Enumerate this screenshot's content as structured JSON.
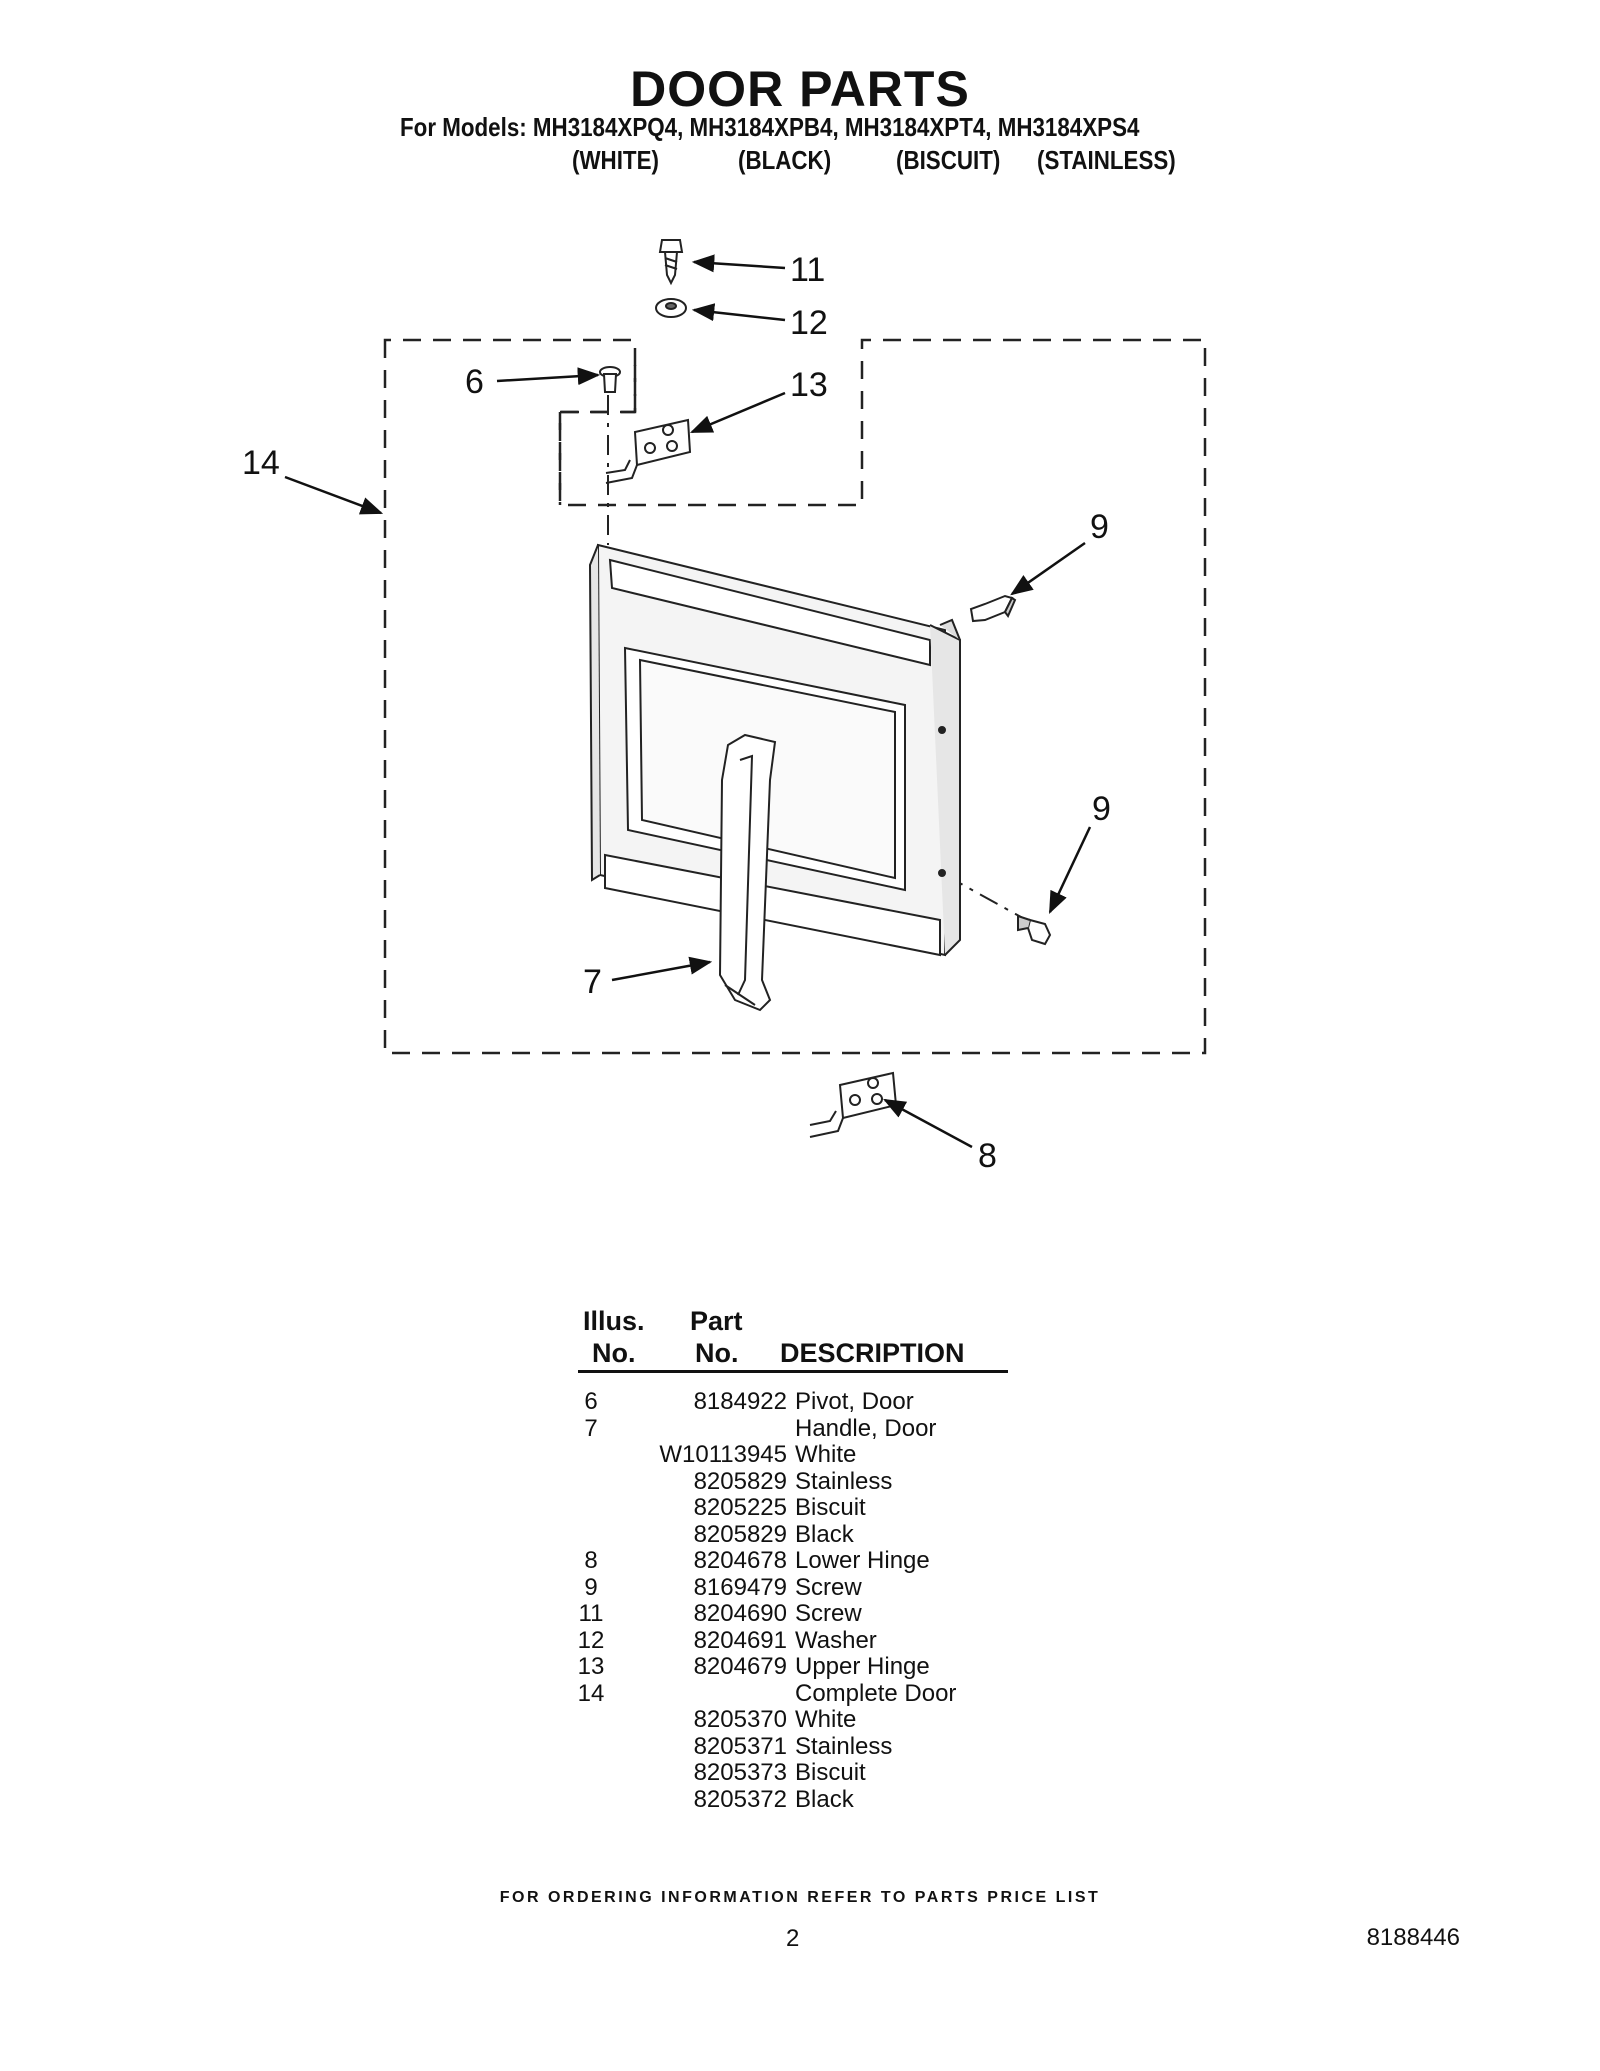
{
  "header": {
    "title": "DOOR PARTS",
    "models_line": "For Models: MH3184XPQ4, MH3184XPB4, MH3184XPT4, MH3184XPS4",
    "colors": [
      "(WHITE)",
      "(BLACK)",
      "(BISCUIT)",
      "(STAINLESS)"
    ]
  },
  "diagram": {
    "callouts": [
      "11",
      "12",
      "6",
      "13",
      "14",
      "9",
      "9",
      "7",
      "8"
    ]
  },
  "table": {
    "head_illus": [
      "Illus.",
      "No."
    ],
    "head_part": [
      "Part",
      "No."
    ],
    "head_desc": "DESCRIPTION",
    "rows": [
      {
        "illus": "6",
        "part": "8184922",
        "desc": "Pivot, Door"
      },
      {
        "illus": "7",
        "part": "",
        "desc": "Handle, Door"
      },
      {
        "illus": "",
        "part": "W10113945",
        "desc": "White"
      },
      {
        "illus": "",
        "part": "8205829",
        "desc": "Stainless"
      },
      {
        "illus": "",
        "part": "8205225",
        "desc": "Biscuit"
      },
      {
        "illus": "",
        "part": "8205829",
        "desc": "Black"
      },
      {
        "illus": "8",
        "part": "8204678",
        "desc": "Lower Hinge"
      },
      {
        "illus": "9",
        "part": "8169479",
        "desc": "Screw"
      },
      {
        "illus": "11",
        "part": "8204690",
        "desc": "Screw"
      },
      {
        "illus": "12",
        "part": "8204691",
        "desc": "Washer"
      },
      {
        "illus": "13",
        "part": "8204679",
        "desc": "Upper Hinge"
      },
      {
        "illus": "14",
        "part": "",
        "desc": "Complete Door"
      },
      {
        "illus": "",
        "part": "8205370",
        "desc": "White"
      },
      {
        "illus": "",
        "part": "8205371",
        "desc": "Stainless"
      },
      {
        "illus": "",
        "part": "8205373",
        "desc": "Biscuit"
      },
      {
        "illus": "",
        "part": "8205372",
        "desc": "Black"
      }
    ]
  },
  "footer": {
    "ordering_note": "FOR ORDERING INFORMATION REFER TO PARTS PRICE LIST",
    "page_number": "2",
    "document_number": "8188446"
  }
}
